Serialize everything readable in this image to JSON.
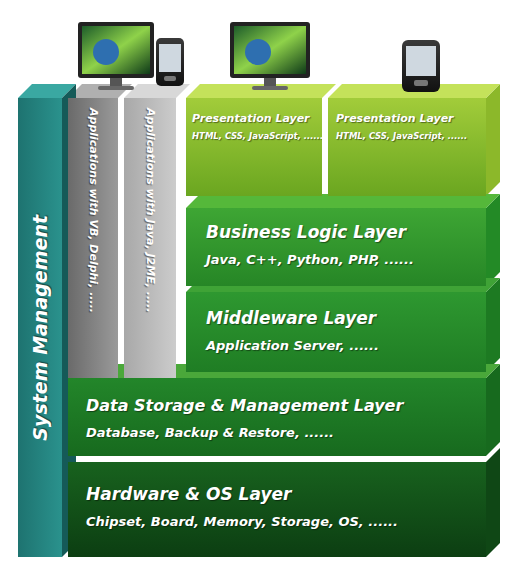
{
  "diagram": {
    "nodes": [
      {
        "text": [
          "System Management"
        ]
      },
      {
        "text": [
          "Applications with VB, Delphi, ....."
        ]
      },
      {
        "text": [
          "Applications with Java, J2ME, ....."
        ]
      },
      {
        "text": [
          "Presentation Layer",
          "HTML, CSS, JavaScript, ......"
        ]
      },
      {
        "text": [
          "Presentation Layer",
          "HTML, CSS, JavaScript, ......"
        ]
      },
      {
        "text": [
          "Business Logic Layer",
          "Java, C++, Python, PHP, ......"
        ]
      },
      {
        "text": [
          "Middleware Layer",
          "Application Server, ......"
        ]
      },
      {
        "text": [
          "Data Storage & Management Layer",
          "Database, Backup & Restore, ......"
        ]
      },
      {
        "text": [
          "Hardware & OS Layer",
          "Chipset, Board, Memory, Storage, OS, ......"
        ]
      }
    ]
  }
}
